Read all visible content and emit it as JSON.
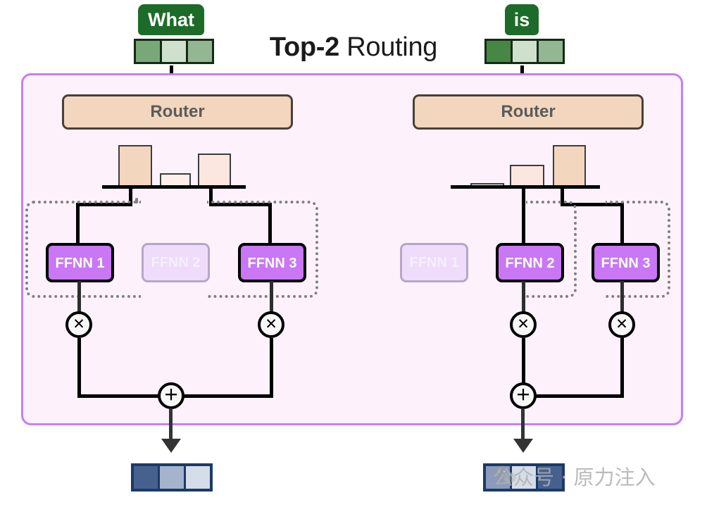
{
  "title": {
    "bold": "Top-2",
    "normal": " Routing"
  },
  "colors": {
    "panel_border": "#c77dfa",
    "panel_fill": "#fdf2fc",
    "router_fill": "#f2d6bd",
    "router_border": "#4a3f3a",
    "ffnn_active": "#c977f5",
    "ffnn_inactive": "#eedcfa",
    "token_pill": "#1d6b28",
    "output_border": "#1b3a68",
    "dotted_path": "#808080"
  },
  "columns": [
    {
      "token": "What",
      "input_vector": [
        "#79a878",
        "#cfe0cd",
        "#93b792"
      ],
      "router_label": "Router",
      "chart_data": {
        "type": "bar",
        "categories": [
          "FFNN 1",
          "FFNN 2",
          "FFNN 3"
        ],
        "values": [
          0.62,
          0.22,
          0.5
        ],
        "colors": [
          "#f2d6bd",
          "#fdf0ea",
          "#fbe7e0"
        ],
        "title": "Router gate weights for token 'What'",
        "xlabel": "",
        "ylabel": "",
        "ylim": [
          0,
          0.7
        ],
        "grid": false
      },
      "experts": [
        {
          "label": "FFNN 1",
          "active": true
        },
        {
          "label": "FFNN 2",
          "active": false
        },
        {
          "label": "FFNN 3",
          "active": true
        }
      ],
      "multiply_symbol": "✕",
      "add_symbol": "＋",
      "output_vector": [
        "#47618f",
        "#a5b4cd",
        "#d5dde8"
      ]
    },
    {
      "token": "is",
      "input_vector": [
        "#478744",
        "#cfe0cd",
        "#93b792"
      ],
      "router_label": "Router",
      "chart_data": {
        "type": "bar",
        "categories": [
          "FFNN 1",
          "FFNN 2",
          "FFNN 3"
        ],
        "values": [
          0.08,
          0.34,
          0.62
        ],
        "colors": [
          "#fefafa",
          "#fbe7e0",
          "#f2d6bd"
        ],
        "title": "Router gate weights for token 'is'",
        "xlabel": "",
        "ylabel": "",
        "ylim": [
          0,
          0.7
        ],
        "grid": false
      },
      "experts": [
        {
          "label": "FFNN 1",
          "active": false
        },
        {
          "label": "FFNN 2",
          "active": true
        },
        {
          "label": "FFNN 3",
          "active": true
        }
      ],
      "multiply_symbol": "✕",
      "add_symbol": "＋",
      "output_vector": [
        "#8b9bbb",
        "#d5dde8",
        "#47618f"
      ]
    }
  ],
  "watermark": {
    "text": "公众号 · 原力注入",
    "icon": "wechat-icon"
  }
}
